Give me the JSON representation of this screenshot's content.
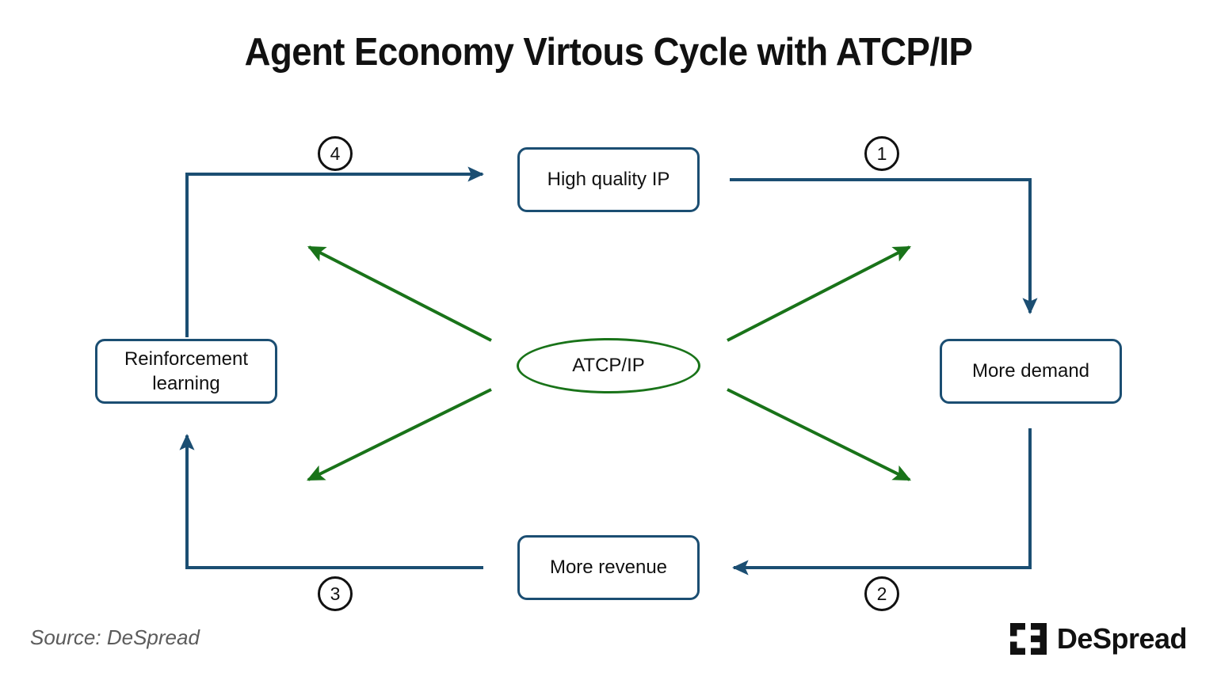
{
  "page": {
    "title": "Agent Economy Virtous Cycle with ATCP/IP",
    "background": "#ffffff"
  },
  "colors": {
    "box_border": "#1b4e72",
    "blue_arrow": "#1b4e72",
    "green_arrow": "#197319",
    "hub_border": "#197319",
    "text": "#111111",
    "source_text": "#5b5b5b"
  },
  "diagram": {
    "type": "cycle",
    "hub": {
      "label": "ATCP/IP",
      "shape": "ellipse"
    },
    "nodes": [
      {
        "id": "top",
        "label": "High quality IP"
      },
      {
        "id": "right",
        "label": "More demand"
      },
      {
        "id": "bottom",
        "label": "More revenue"
      },
      {
        "id": "left",
        "label": "Reinforcement\nlearning"
      }
    ],
    "steps": [
      {
        "number": "1",
        "from": "High quality IP",
        "to": "More demand"
      },
      {
        "number": "2",
        "from": "More demand",
        "to": "More revenue"
      },
      {
        "number": "3",
        "from": "More revenue",
        "to": "Reinforcement learning"
      },
      {
        "number": "4",
        "from": "Reinforcement learning",
        "to": "High quality IP"
      }
    ],
    "hub_links": [
      {
        "direction": "hub-to-node",
        "target": "High quality IP"
      },
      {
        "direction": "hub-to-node",
        "target": "More demand"
      },
      {
        "direction": "hub-to-node",
        "target": "More revenue"
      },
      {
        "direction": "hub-to-node",
        "target": "Reinforcement learning"
      }
    ]
  },
  "footer": {
    "source": "Source: DeSpread",
    "brand": "DeSpread"
  }
}
